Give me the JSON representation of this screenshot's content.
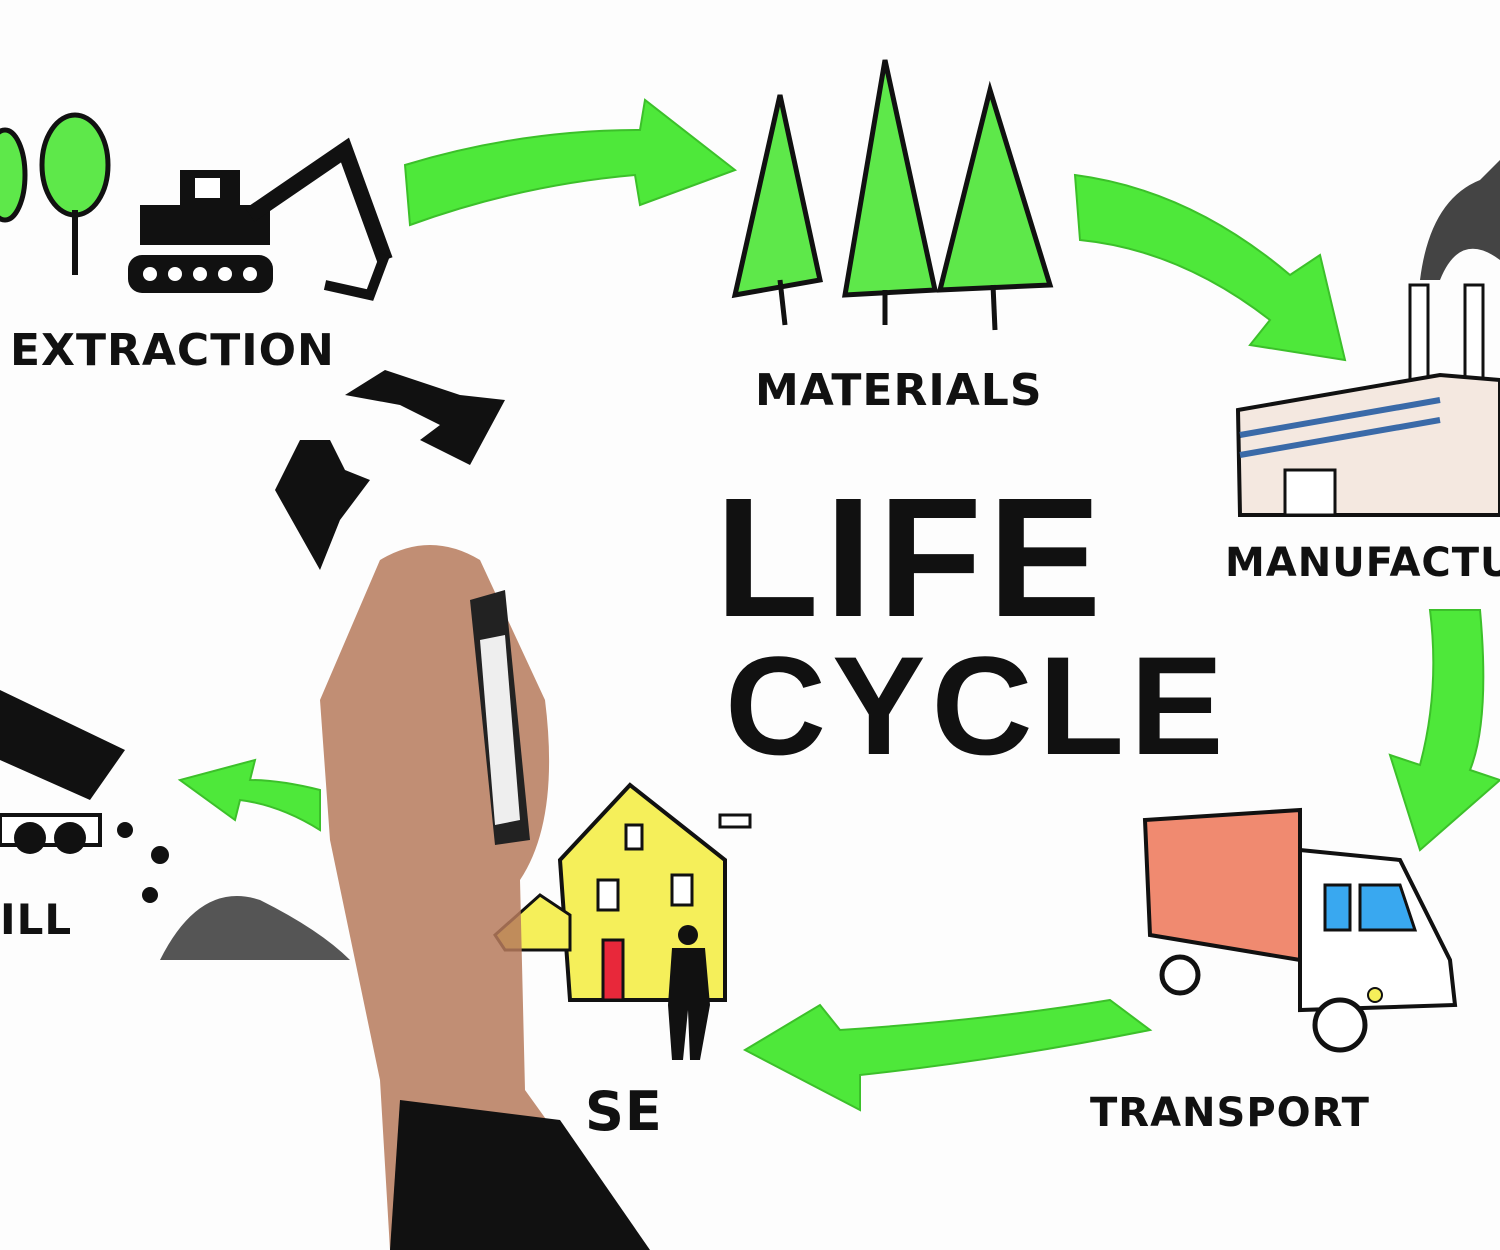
{
  "title": {
    "line1": "LIFE",
    "line2": "CYCLE"
  },
  "stages": {
    "extraction": "EXTRACTION",
    "materials": "MATERIALS",
    "manufacture": "MANUFACTU",
    "transport": "TRANSPORT",
    "use": "SE",
    "landfill": "ILL"
  },
  "colors": {
    "arrow": "#4ee83a",
    "ink": "#111111",
    "tree": "#5ee84a",
    "house": "#f5ef5a",
    "truck": "#f08a70",
    "background": "#fdfdfd"
  }
}
